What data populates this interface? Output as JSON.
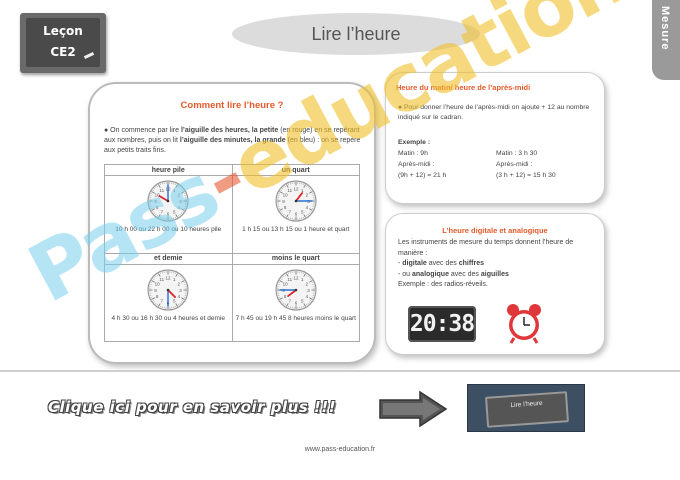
{
  "badge": {
    "line1": "Leçon",
    "line2": "CE2"
  },
  "page_title": "Lire l’heure",
  "side_tab": "Mesure",
  "left_panel": {
    "title": "Comment lire l’heure ?",
    "intro_1": "● On commence par lire ",
    "intro_b1": "l’aiguille des heures, la petite",
    "intro_2": " (en rouge) en se repérant aux nombres, puis on lit ",
    "intro_b2": "l’aiguille des minutes, la grande",
    "intro_3": " (en bleu) : on se repère aux petits traits fins.",
    "cells": [
      {
        "header": "heure pile",
        "caption": "10 h 00 ou 22 h 00 ou 10 heures pile"
      },
      {
        "header": "un quart",
        "caption": "1 h 15 ou 13 h 15 ou 1 heure et quart"
      },
      {
        "header": "et demie",
        "caption": "4 h 30 ou 16 h 30 ou 4 heures et demie"
      },
      {
        "header": "moins le quart",
        "caption": "7 h 45 ou 19 h 45 8 heures moins le quart"
      }
    ]
  },
  "right_top": {
    "title": "Heure du matin/ heure de l’après-midi",
    "text": "● Pour donner l’heure de l’après-midi on ajoute + 12 au nombre indiqué sur le cadran.",
    "example_label": "Exemple :",
    "morning_1": "Matin : 9h",
    "morning_2": "Matin : 3 h 30",
    "afternoon_1": "Après-midi :",
    "afternoon_2": "Après-midi :",
    "calc_1": "(9h + 12) = 21 h",
    "calc_2": "(3 h + 12) = 15 h 30"
  },
  "right_bottom": {
    "title": "L’heure digitale et analogique",
    "line1": "Les instruments de mesure du temps donnent l’heure de manière :",
    "line2_a": "- ",
    "line2_b": "digitale",
    "line2_c": " avec des ",
    "line2_d": "chiffres",
    "line3_a": "- ou ",
    "line3_b": "analogique",
    "line3_c": " avec des ",
    "line3_d": "aiguilles",
    "line4": "Exemple : des radios-réveils.",
    "digital_time": "20:38"
  },
  "cta": "Clique ici pour en savoir plus !!!",
  "thumbnail_label": "Lire l’heure",
  "footer": "www.pass-education.fr",
  "watermark": {
    "part1": "Pass",
    "part2": "-",
    "part3": "education"
  },
  "colors": {
    "accent": "#e65a2a",
    "hour_hand": "#d9262b",
    "minute_hand": "#2a6fd0"
  }
}
